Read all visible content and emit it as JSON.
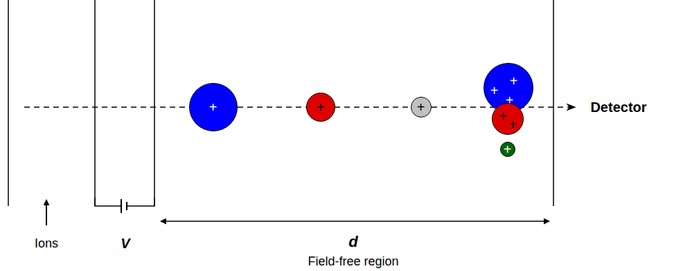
{
  "diagram": {
    "nodes": [
      {
        "text": [
          "+"
        ]
      },
      {
        "text": [
          "+"
        ]
      },
      {
        "text": [
          "+"
        ]
      },
      {
        "text": [
          "+",
          "+",
          "+"
        ]
      },
      {
        "text": [
          "+",
          "+"
        ]
      },
      {
        "text": [
          "+"
        ]
      }
    ],
    "labels": [
      "Detector",
      "Ions",
      "V",
      "d",
      "Field-free region"
    ]
  }
}
